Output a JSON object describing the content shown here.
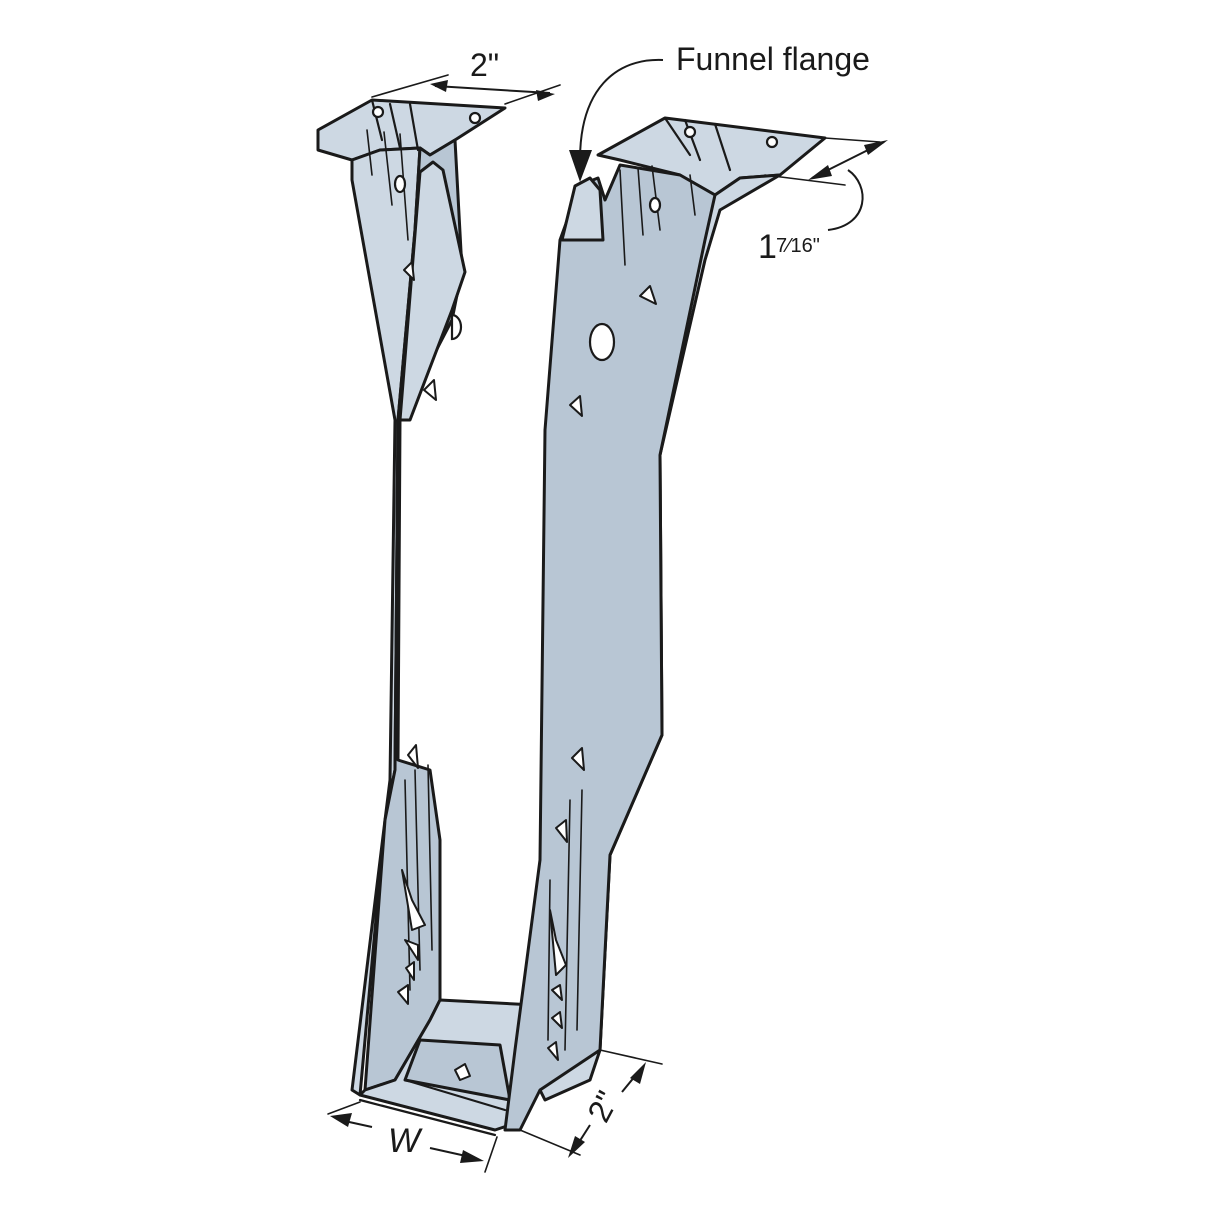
{
  "callouts": {
    "funnel_flange": "Funnel flange",
    "top_flange_width": "2\"",
    "top_flange_depth_whole": "1",
    "top_flange_depth_fraction": "7⁄16\"",
    "seat_depth": "2\"",
    "width": "W"
  }
}
